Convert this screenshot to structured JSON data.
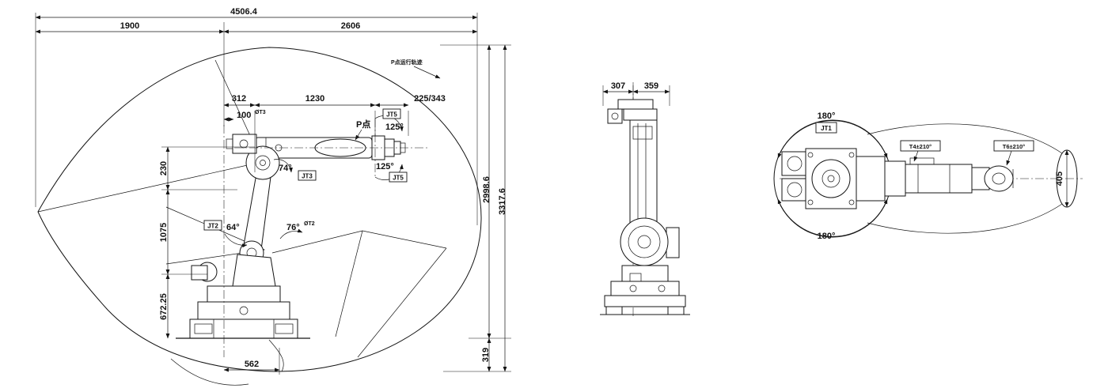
{
  "side_view": {
    "dim_overall": "4506.4",
    "dim_rear": "1900",
    "dim_front": "2606",
    "dim_312": "312",
    "dim_1230": "1230",
    "dim_225_343": "225/343",
    "dim_100": "100",
    "ref_t3": "ØT3",
    "dim_230": "230",
    "dim_1075": "1075",
    "dim_672": "672.25",
    "dim_562": "562",
    "dim_319": "319",
    "dim_2998": "2998.6",
    "dim_3317": "3317.6",
    "label_jt2": "JT2",
    "angle_64": "64°",
    "angle_76": "76°",
    "ref_t2": "ØT2",
    "angle_74": "74°",
    "label_jt3": "JT3",
    "label_jt5_upper": "JT5",
    "angle_125_upper": "125°",
    "angle_125_lower": "125°",
    "label_jt5_lower": "JT5",
    "label_p_point": "P点",
    "label_p_path": "P点运行轨迹"
  },
  "front_view": {
    "dim_307": "307",
    "dim_359": "359"
  },
  "top_view": {
    "angle_180_top": "180°",
    "label_jt1": "JT1",
    "label_t4": "T4±210°",
    "label_t6": "T6±210°",
    "dim_405": "405",
    "angle_180_bottom": "180°"
  }
}
